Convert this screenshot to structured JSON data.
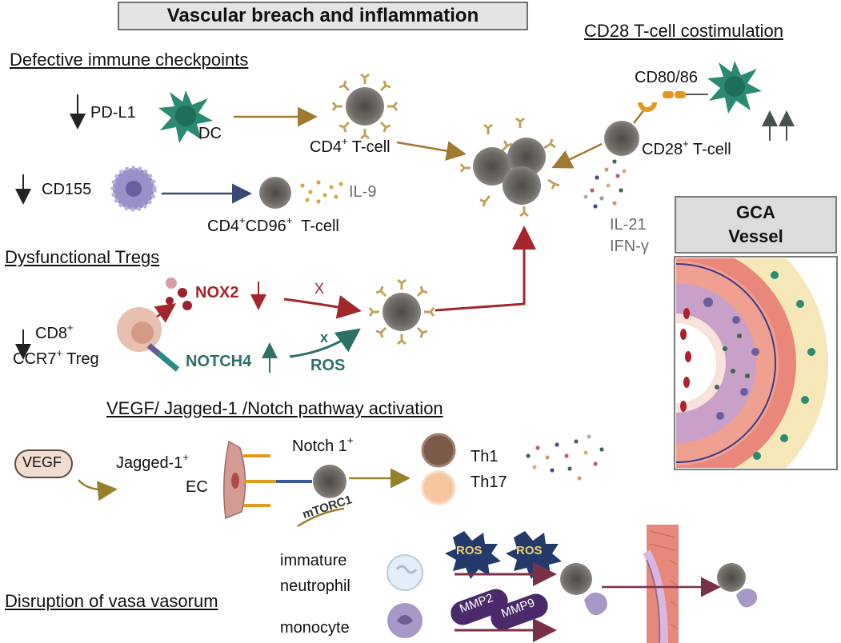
{
  "title": "Vascular breach and inflammation",
  "sections": {
    "checkpoints": "Defective immune checkpoints",
    "cd28": "CD28 T-cell costimulation",
    "tregs": "Dysfunctional Tregs",
    "vegf_pathway": "VEGF/ Jagged-1 /Notch pathway activation",
    "vasa": "Disruption of vasa vasorum"
  },
  "labels": {
    "pdl1": "PD-L1",
    "dc": "DC",
    "cd4_tcell_base": "CD4",
    "cd4_tcell_sup": "+",
    "cd4_tcell_rest": " T-cell",
    "cd155": "CD155",
    "il9": "IL-9",
    "cd4cd96_a": "CD4",
    "cd4cd96_sup1": "+",
    "cd4cd96_b": "CD96",
    "cd4cd96_sup2": "+",
    "cd4cd96_c": "  T-cell",
    "cd80_86": "CD80/86",
    "cd28_base": "CD28",
    "cd28_sup": "+",
    "cd28_rest": " T-cell",
    "il21": "IL-21",
    "ifng": "IFN-γ",
    "cd8_base": "CD8",
    "cd8_sup": "+",
    "ccr7_base": "CCR7",
    "ccr7_sup": "+",
    "ccr7_rest": " Treg",
    "nox2": "NOX2",
    "notch4": "NOTCH4",
    "x1": "X",
    "x2": "x",
    "ros": "ROS",
    "vegf": "VEGF",
    "jagged_base": "Jagged-1",
    "jagged_sup": "+",
    "ec": "EC",
    "notch1_base": "Notch 1",
    "notch1_sup": "+",
    "mtorc1": "mTORC1",
    "th1": "Th1",
    "th17": "Th17",
    "immature_neutrophil_1": "immature",
    "immature_neutrophil_2": "neutrophil",
    "monocyte": "monocyte",
    "ros_star_1": "ROS",
    "ros_star_2": "ROS",
    "mmp2": "MMP2",
    "mmp9": "MMP9",
    "gca_1": "GCA",
    "gca_2": "Vessel"
  },
  "colors": {
    "arrow_brown": "#a07a30",
    "arrow_navy": "#3a4a78",
    "arrow_red": "#a3262a",
    "arrow_teal": "#2e7068",
    "arrow_plum": "#7a3046",
    "arrow_olive": "#96802c",
    "nox2_red": "#a3262a",
    "notch4_teal": "#2e7068",
    "tcell_gray": "#6e6a66",
    "dc_green": "#2a8a72"
  },
  "icons": [
    "dendritic-cell-icon",
    "t-cell-icon",
    "platelet-cell-icon",
    "treg-cell-icon",
    "endothelial-cell-icon",
    "neutrophil-icon",
    "monocyte-icon",
    "vessel-wall-icon",
    "ros-star-icon",
    "mmp-capsule-icon"
  ]
}
